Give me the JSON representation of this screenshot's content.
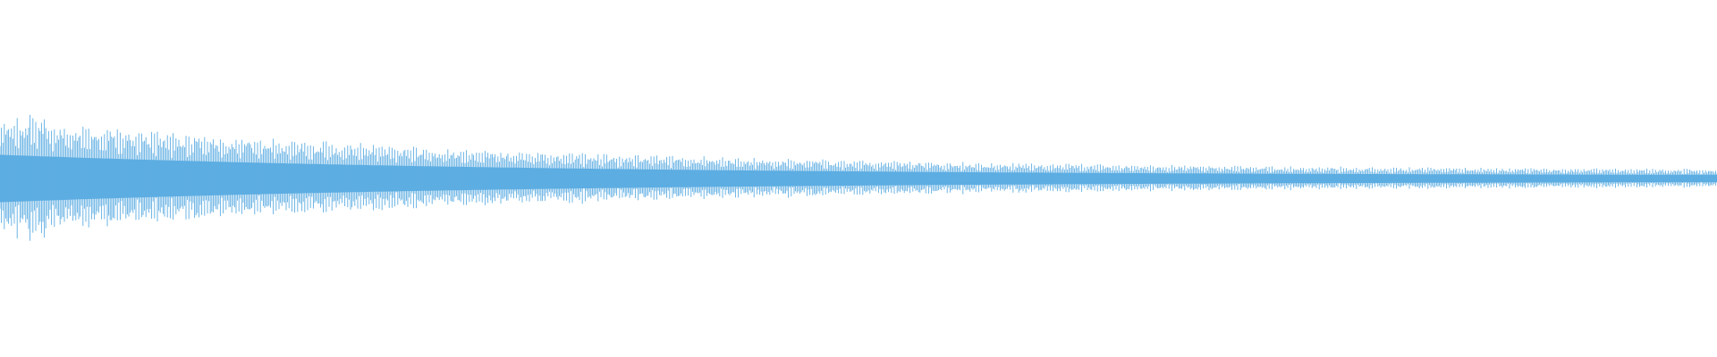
{
  "waveform": {
    "color": "#5DADE2",
    "background": "#FFFFFF",
    "peak_amplitude_start": 1.0,
    "peak_amplitude_end": 0.12,
    "decay": "gradual"
  }
}
